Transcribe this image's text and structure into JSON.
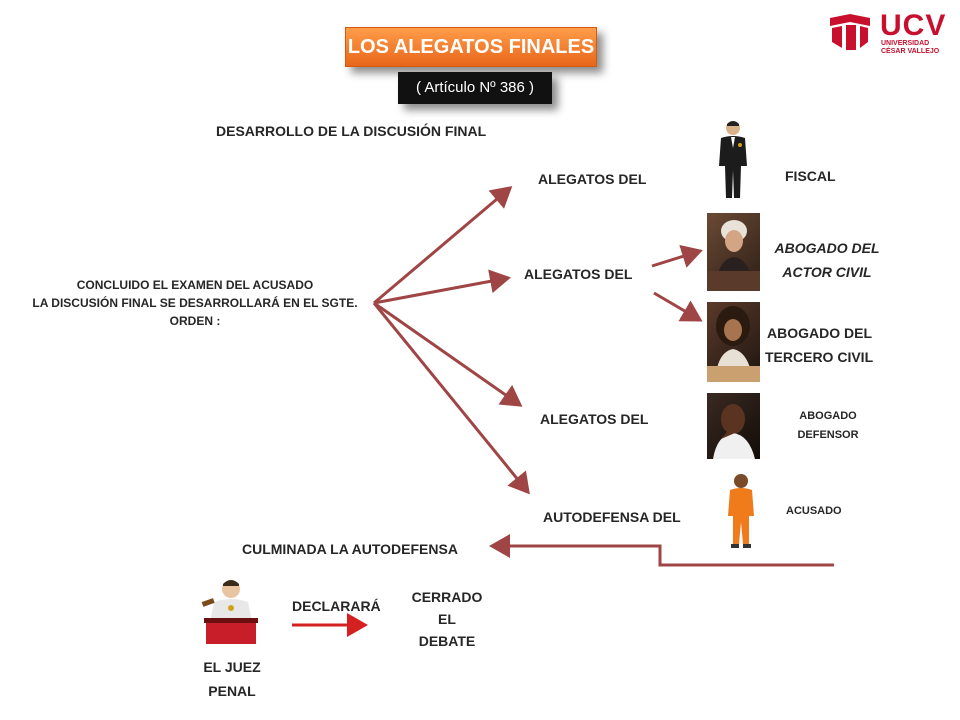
{
  "title": "LOS ALEGATOS FINALES",
  "subtitle": "( Artículo Nº 386 )",
  "logo": {
    "name": "UCV",
    "sub1": "UNIVERSIDAD",
    "sub2": "CÉSAR VALLEJO"
  },
  "section_heading": "DESARROLLO DE LA DISCUSIÓN FINAL",
  "intro": {
    "line1": "CONCLUIDO EL EXAMEN DEL ACUSADO",
    "line2": "LA DISCUSIÓN FINAL SE DESARROLLARÁ EN EL SGTE.",
    "line3": "ORDEN :"
  },
  "branches": [
    {
      "label": "ALEGATOS DEL"
    },
    {
      "label": "ALEGATOS DEL"
    },
    {
      "label": "ALEGATOS DEL"
    },
    {
      "label": "AUTODEFENSA DEL"
    }
  ],
  "parties": {
    "fiscal": "FISCAL",
    "actor_civil": {
      "line1": "ABOGADO  DEL",
      "line2": "ACTOR CIVIL"
    },
    "tercero_civil": {
      "line1": "ABOGADO  DEL",
      "line2": "TERCERO CIVIL"
    },
    "defensor": {
      "line1": "ABOGADO",
      "line2": "DEFENSOR"
    },
    "acusado": "ACUSADO"
  },
  "culmination": "CULMINADA LA AUTODEFENSA",
  "judge": {
    "line1": "EL JUEZ",
    "line2": "PENAL"
  },
  "declarara": "DECLARARÁ",
  "result": {
    "line1": "CERRADO",
    "line2": "EL",
    "line3": "DEBATE"
  },
  "colors": {
    "arrow": "#a04545",
    "accent_orange": "#f07b2a",
    "red_arrow": "#d42020",
    "ucv_red": "#c8102e"
  }
}
